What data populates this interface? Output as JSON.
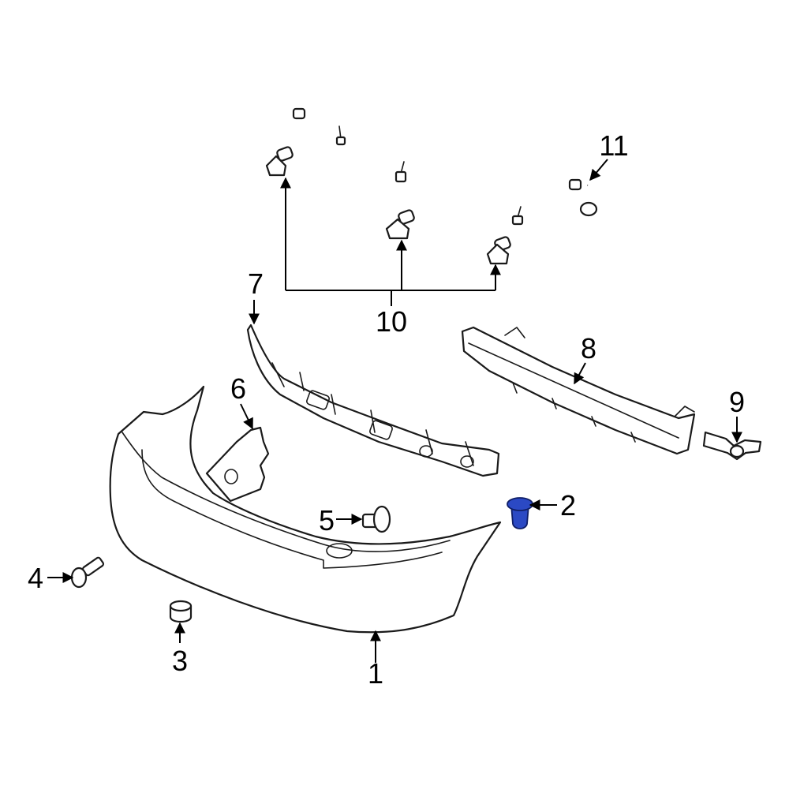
{
  "diagram": {
    "highlight_color": "#2b49c4",
    "outline_color": "#1a1a1a",
    "callouts": [
      {
        "id": "1",
        "label": "1"
      },
      {
        "id": "2",
        "label": "2"
      },
      {
        "id": "3",
        "label": "3"
      },
      {
        "id": "4",
        "label": "4"
      },
      {
        "id": "5",
        "label": "5"
      },
      {
        "id": "6",
        "label": "6"
      },
      {
        "id": "7",
        "label": "7"
      },
      {
        "id": "8",
        "label": "8"
      },
      {
        "id": "9",
        "label": "9"
      },
      {
        "id": "10",
        "label": "10"
      },
      {
        "id": "11",
        "label": "11"
      }
    ]
  }
}
